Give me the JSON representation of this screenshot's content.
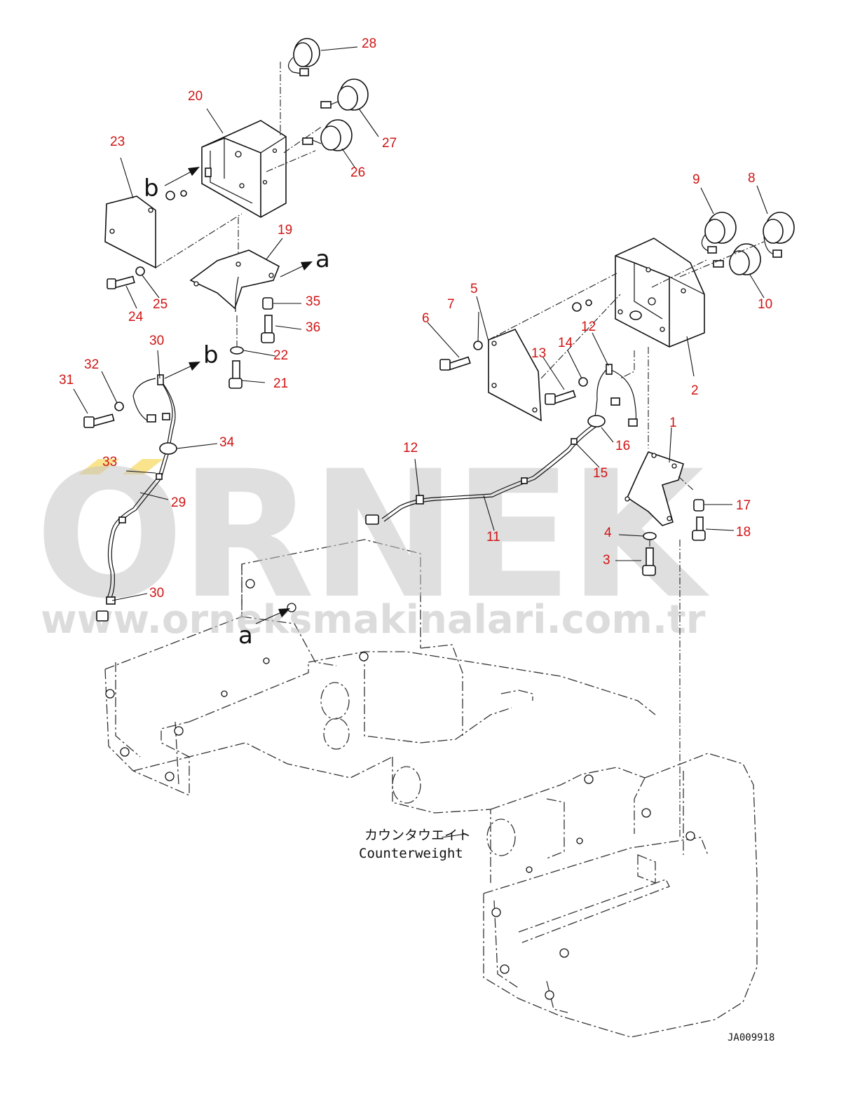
{
  "callouts": [
    {
      "id": "c28",
      "text": "28"
    },
    {
      "id": "c20",
      "text": "20"
    },
    {
      "id": "c27",
      "text": "27"
    },
    {
      "id": "c23",
      "text": "23"
    },
    {
      "id": "c26",
      "text": "26"
    },
    {
      "id": "c9",
      "text": "9"
    },
    {
      "id": "c8",
      "text": "8"
    },
    {
      "id": "c19",
      "text": "19"
    },
    {
      "id": "c35",
      "text": "35"
    },
    {
      "id": "c36",
      "text": "36"
    },
    {
      "id": "c24",
      "text": "24"
    },
    {
      "id": "c25",
      "text": "25"
    },
    {
      "id": "c10",
      "text": "10"
    },
    {
      "id": "c5",
      "text": "5"
    },
    {
      "id": "c7",
      "text": "7"
    },
    {
      "id": "c12a",
      "text": "12"
    },
    {
      "id": "c6",
      "text": "6"
    },
    {
      "id": "c13",
      "text": "13"
    },
    {
      "id": "c14",
      "text": "14"
    },
    {
      "id": "c30a",
      "text": "30"
    },
    {
      "id": "c22",
      "text": "22"
    },
    {
      "id": "c32",
      "text": "32"
    },
    {
      "id": "c31",
      "text": "31"
    },
    {
      "id": "c21",
      "text": "21"
    },
    {
      "id": "c2",
      "text": "2"
    },
    {
      "id": "c34",
      "text": "34"
    },
    {
      "id": "c1",
      "text": "1"
    },
    {
      "id": "c12b",
      "text": "12"
    },
    {
      "id": "c16",
      "text": "16"
    },
    {
      "id": "c33",
      "text": "33"
    },
    {
      "id": "c15",
      "text": "15"
    },
    {
      "id": "c29",
      "text": "29"
    },
    {
      "id": "c17",
      "text": "17"
    },
    {
      "id": "c11",
      "text": "11"
    },
    {
      "id": "c4",
      "text": "4"
    },
    {
      "id": "c18",
      "text": "18"
    },
    {
      "id": "c3",
      "text": "3"
    },
    {
      "id": "c30b",
      "text": "30"
    }
  ],
  "view_letters": {
    "b1": "b",
    "a1": "a",
    "b2": "b",
    "a2": "a"
  },
  "counterweight": {
    "jp": "カウンタウエイト",
    "en": "Counterweight"
  },
  "watermark": {
    "brand": "ORNEK",
    "url": "www.orneksmakinalari.com.tr"
  },
  "drawing_code": "JA009918",
  "colors": {
    "callout": "#d11414",
    "line": "#111111",
    "watermark": "#c4c4c4",
    "accent": "#f2c200"
  }
}
